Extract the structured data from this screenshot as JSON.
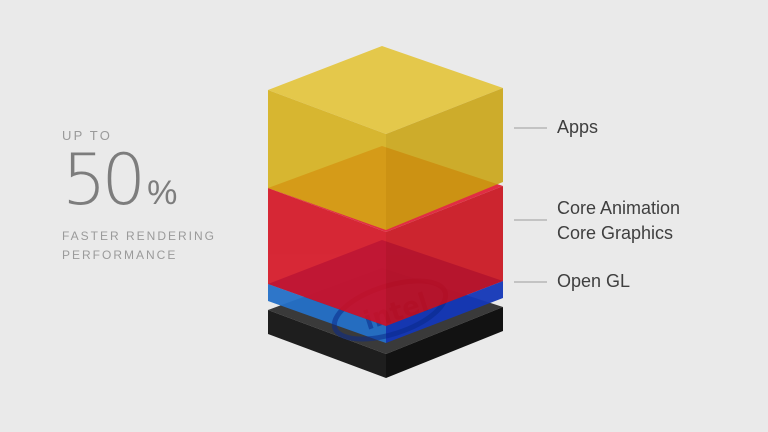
{
  "stat": {
    "prefix": "UP TO",
    "number": "50",
    "unit": "%",
    "line1": "FASTER RENDERING",
    "line2": "PERFORMANCE"
  },
  "layers": {
    "apps": "Apps",
    "core_animation": "Core Animation",
    "core_graphics": "Core Graphics",
    "opengl": "Open GL"
  },
  "chip_logo_text": "intel",
  "colors": {
    "background": "#eaeaea",
    "apps_layer": "#d9b21a",
    "core_layer": "#d8101f",
    "opengl_layer": "#1f4fd0",
    "chip_base": "#2a2a2a"
  }
}
